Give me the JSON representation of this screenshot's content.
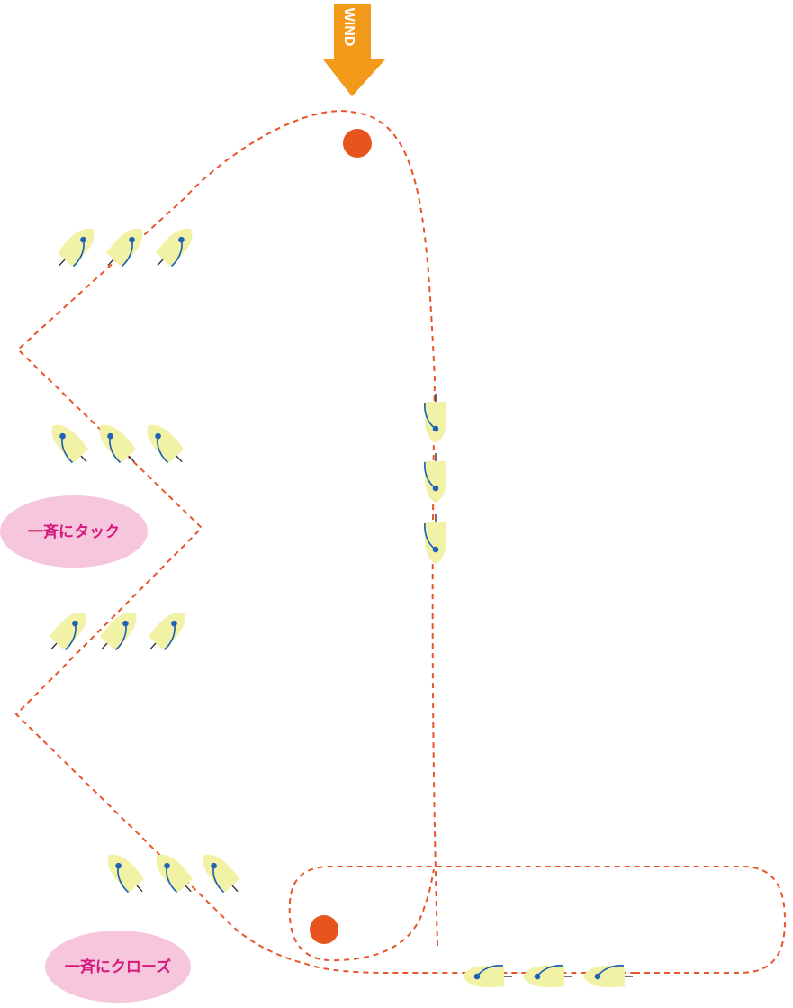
{
  "wind": {
    "label": "WIND",
    "color": "#f39a1a",
    "text_color": "#ffffff"
  },
  "labels": {
    "tack": "一斉にタック",
    "close": "一斉にクローズ",
    "bubble_color": "#f5c6dc",
    "text_color": "#d6187d"
  },
  "colors": {
    "course_line": "#e8552a",
    "mark": "#e8541e",
    "hull": "#f2f2a6",
    "sail": "#1f62b4",
    "mast": "#1f62b4",
    "rudder": "#333333"
  },
  "icons": {
    "boat": "sailboat-icon",
    "mark": "buoy-icon",
    "wind": "wind-arrow-icon"
  }
}
